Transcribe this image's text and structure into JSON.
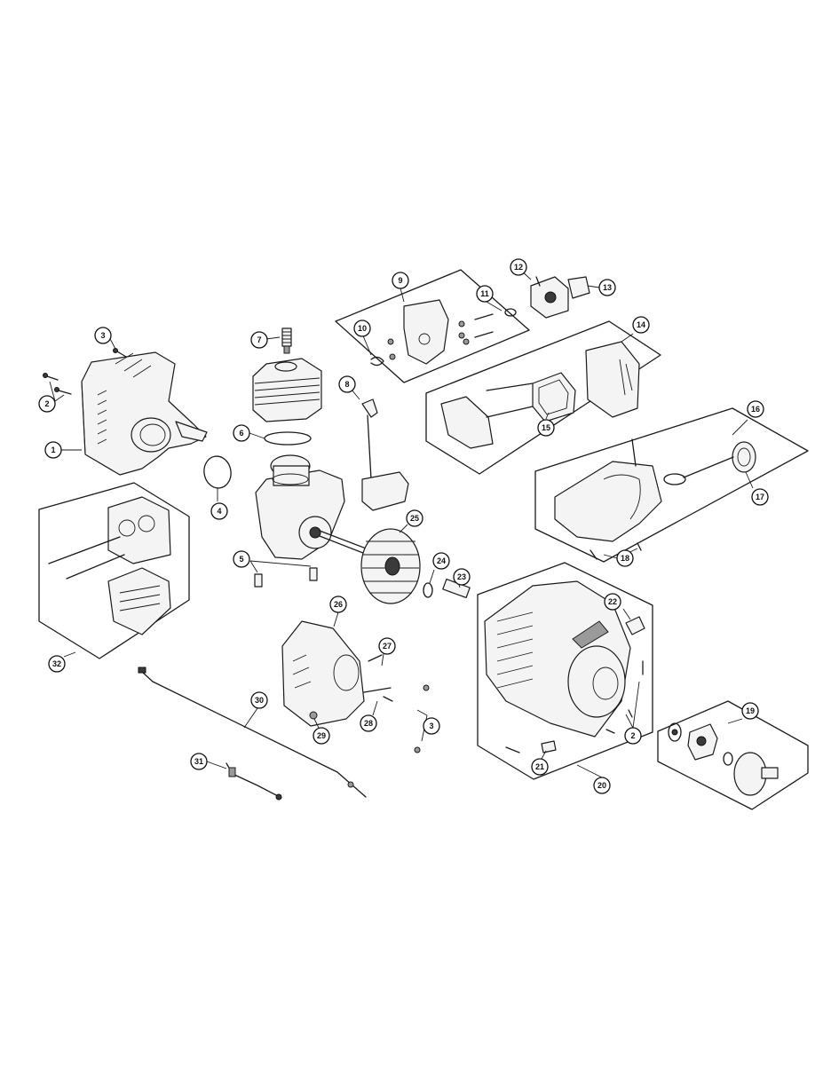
{
  "callouts": [
    {
      "label": "1"
    },
    {
      "label": "2"
    },
    {
      "label": "2"
    },
    {
      "label": "3"
    },
    {
      "label": "3"
    },
    {
      "label": "4"
    },
    {
      "label": "5"
    },
    {
      "label": "6"
    },
    {
      "label": "7"
    },
    {
      "label": "8"
    },
    {
      "label": "9"
    },
    {
      "label": "10"
    },
    {
      "label": "11"
    },
    {
      "label": "12"
    },
    {
      "label": "13"
    },
    {
      "label": "14"
    },
    {
      "label": "15"
    },
    {
      "label": "16"
    },
    {
      "label": "17"
    },
    {
      "label": "18"
    },
    {
      "label": "19"
    },
    {
      "label": "20"
    },
    {
      "label": "21"
    },
    {
      "label": "22"
    },
    {
      "label": "23"
    },
    {
      "label": "24"
    },
    {
      "label": "25"
    },
    {
      "label": "26"
    },
    {
      "label": "27"
    },
    {
      "label": "28"
    },
    {
      "label": "29"
    },
    {
      "label": "30"
    },
    {
      "label": "31"
    },
    {
      "label": "32"
    }
  ]
}
